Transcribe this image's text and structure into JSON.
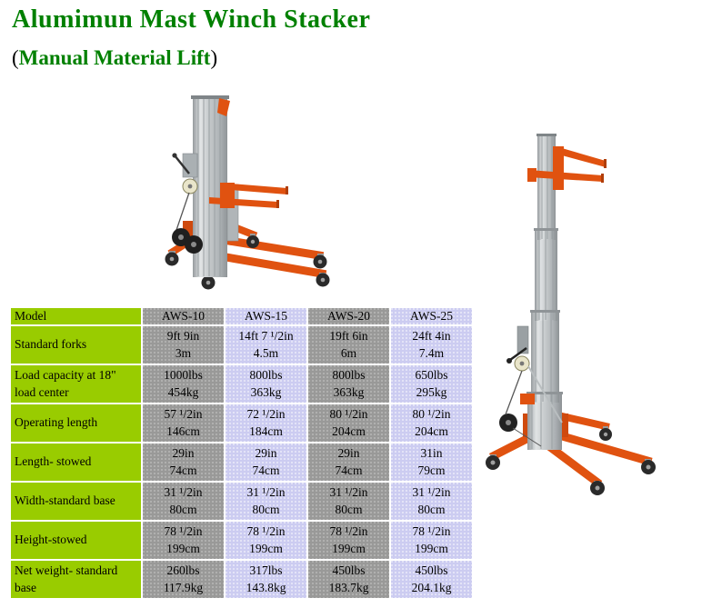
{
  "page": {
    "title": "Alumimun Mast Winch Stacker",
    "subtitle_open": "(",
    "subtitle_text": "Manual Material Lift",
    "subtitle_close": ")"
  },
  "colors": {
    "title_green": "#008000",
    "label_green": "#99cc00",
    "column_gray": "#999999",
    "column_lavender": "#ccccf1",
    "machine_orange": "#e05210",
    "mast_silver": "#c4c8ca"
  },
  "images": {
    "left": "stacker-stowed-photo",
    "right": "stacker-extended-photo"
  },
  "table": {
    "header": {
      "label": "Model",
      "models": [
        "AWS-10",
        "AWS-15",
        "AWS-20",
        "AWS-25"
      ]
    },
    "rows": [
      {
        "label": "Standard forks",
        "values": [
          [
            "9ft 9in",
            "3m"
          ],
          [
            "14ft 7 ¹/2in",
            "4.5m"
          ],
          [
            "19ft 6in",
            "6m"
          ],
          [
            "24ft 4in",
            "7.4m"
          ]
        ]
      },
      {
        "label": "Load capacity at 18\" load center",
        "values": [
          [
            "1000lbs",
            "454kg"
          ],
          [
            "800lbs",
            "363kg"
          ],
          [
            "800lbs",
            "363kg"
          ],
          [
            "650lbs",
            "295kg"
          ]
        ]
      },
      {
        "label": "Operating length",
        "values": [
          [
            "57 ¹/2in",
            "146cm"
          ],
          [
            "72 ¹/2in",
            "184cm"
          ],
          [
            "80 ¹/2in",
            "204cm"
          ],
          [
            "80 ¹/2in",
            "204cm"
          ]
        ]
      },
      {
        "label": "Length- stowed",
        "values": [
          [
            "29in",
            "74cm"
          ],
          [
            "29in",
            "74cm"
          ],
          [
            "29in",
            "74cm"
          ],
          [
            "31in",
            "79cm"
          ]
        ]
      },
      {
        "label": "Width-standard base",
        "values": [
          [
            "31 ¹/2in",
            "80cm"
          ],
          [
            "31 ¹/2in",
            "80cm"
          ],
          [
            "31 ¹/2in",
            "80cm"
          ],
          [
            "31 ¹/2in",
            "80cm"
          ]
        ]
      },
      {
        "label": "Height-stowed",
        "values": [
          [
            "78 ¹/2in",
            "199cm"
          ],
          [
            "78 ¹/2in",
            "199cm"
          ],
          [
            "78 ¹/2in",
            "199cm"
          ],
          [
            "78 ¹/2in",
            "199cm"
          ]
        ]
      },
      {
        "label": "Net weight- standard base",
        "values": [
          [
            "260lbs",
            "117.9kg"
          ],
          [
            "317lbs",
            "143.8kg"
          ],
          [
            "450lbs",
            "183.7kg"
          ],
          [
            "450lbs",
            "204.1kg"
          ]
        ]
      }
    ]
  }
}
